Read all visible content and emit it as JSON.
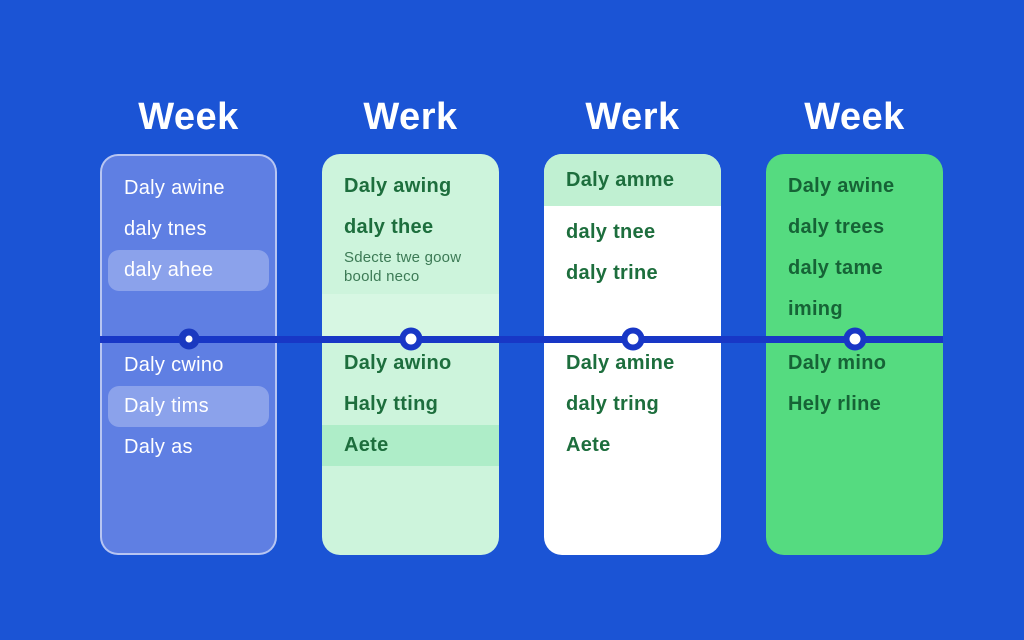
{
  "title": "Weekly planner timeline mockup",
  "colors": {
    "background": "#1B54D5",
    "timeline_line": "#1837C6",
    "blue_card": "#5F7FE3",
    "blue_row_highlight": "rgba(255,255,255,0.28)",
    "mint_card": "#CDF4DC",
    "mint_band_light": "#D7F7E3",
    "mint_band_dark": "#AEEDC8",
    "mint_header_band": "#C0F0D2",
    "white_card": "#FFFFFF",
    "green_card": "#55DB80",
    "header_text": "#FFFFFF",
    "green_text": "#1D6E3D",
    "green_text_dark": "#166336",
    "subtext_green": "#3C7A55"
  },
  "timeline": {
    "node_count": 4
  },
  "columns": [
    {
      "header": "Week",
      "theme": "blue",
      "items_above": [
        {
          "label": "Daly awine"
        },
        {
          "label": "daly tnes"
        },
        {
          "label": "daly ahee",
          "highlight": true
        }
      ],
      "items_below": [
        {
          "label": "Daly cwino"
        },
        {
          "label": "Daly tims",
          "highlight": true
        },
        {
          "label": "Daly as"
        }
      ]
    },
    {
      "header": "Werk",
      "theme": "mint",
      "items_above": [
        {
          "label": "Daly awing"
        },
        {
          "label": "daly thee",
          "sub": "Sdecte twe goow boold neco"
        }
      ],
      "items_below": [
        {
          "label": "Daly awino"
        },
        {
          "label": "Haly tting"
        },
        {
          "label": "Aete",
          "highlight": true
        }
      ]
    },
    {
      "header": "Werk",
      "theme": "white",
      "items_above": [
        {
          "label": "Daly amme",
          "band_head": true
        },
        {
          "label": "daly tnee"
        },
        {
          "label": "daly trine"
        }
      ],
      "items_below": [
        {
          "label": "Daly amine"
        },
        {
          "label": "daly tring"
        },
        {
          "label": "Aete"
        }
      ]
    },
    {
      "header": "Week",
      "theme": "green",
      "items_above": [
        {
          "label": "Daly awine"
        },
        {
          "label": "daly trees"
        },
        {
          "label": "daly tame"
        },
        {
          "label": "iming"
        }
      ],
      "items_below": [
        {
          "label": "Daly mino"
        },
        {
          "label": "Hely rline"
        }
      ]
    }
  ]
}
